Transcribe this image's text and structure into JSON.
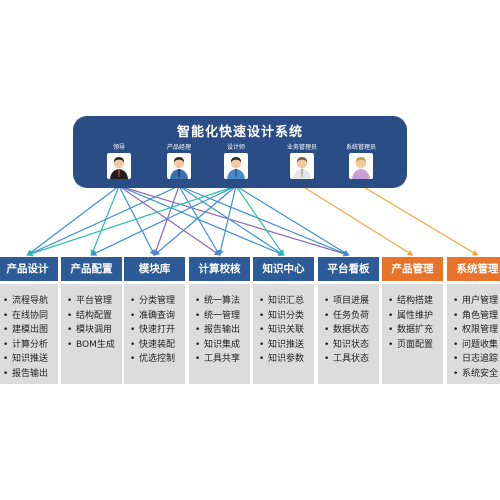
{
  "colors": {
    "panel": "#2a4d85",
    "module_blue": "#2c5b97",
    "module_orange": "#e8742c",
    "body_gray": "#dcdcdc",
    "link_blue": "#3d8fd0",
    "link_teal": "#22c3a6",
    "link_purple": "#8a6ab5",
    "link_orange": "#f0a93a"
  },
  "system": {
    "title": "智能化快速设计系统",
    "roles": [
      {
        "label": "领导",
        "icon": "leader-avatar-icon"
      },
      {
        "label": "产品经理",
        "icon": "product-manager-avatar-icon"
      },
      {
        "label": "设计师",
        "icon": "designer-avatar-icon"
      },
      {
        "label": "业务管理员",
        "icon": "business-admin-avatar-icon"
      },
      {
        "label": "系统管理员",
        "icon": "system-admin-avatar-icon"
      }
    ]
  },
  "modules": [
    {
      "title": "产品设计",
      "color": "blue",
      "items": [
        "流程导航",
        "在线协同",
        "建模出图",
        "计算分析",
        "知识推送",
        "报告输出"
      ]
    },
    {
      "title": "产品配置",
      "color": "blue",
      "items": [
        "平台管理",
        "结构配置",
        "模块调用",
        "BOM生成"
      ]
    },
    {
      "title": "模块库",
      "color": "blue",
      "items": [
        "分类管理",
        "准确查询",
        "快速打开",
        "快速装配",
        "优选控制"
      ]
    },
    {
      "title": "计算校核",
      "color": "blue",
      "items": [
        "统一算法",
        "统一管理",
        "报告输出",
        "知识集成",
        "工具共享"
      ]
    },
    {
      "title": "知识中心",
      "color": "blue",
      "items": [
        "知识汇总",
        "知识分类",
        "知识关联",
        "知识推送",
        "知识参数"
      ]
    },
    {
      "title": "平台看板",
      "color": "blue",
      "items": [
        "项目进展",
        "任务负荷",
        "数据状态",
        "知识状态",
        "工具状态"
      ]
    },
    {
      "title": "产品管理",
      "color": "orange",
      "items": [
        "结构搭建",
        "属性维护",
        "数据扩充",
        "页面配置"
      ]
    },
    {
      "title": "系统管理",
      "color": "orange",
      "items": [
        "用户管理",
        "角色管理",
        "权限管理",
        "问题收集",
        "日志追踪",
        "系统安全"
      ]
    }
  ]
}
